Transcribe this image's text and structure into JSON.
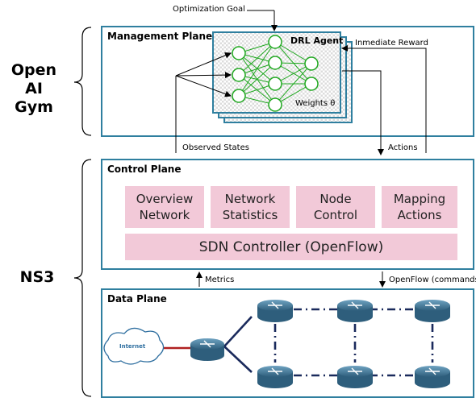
{
  "side_labels": {
    "gym": "Open AI\nGym",
    "ns3": "NS3"
  },
  "planes": {
    "management": "Management Plane",
    "control": "Control Plane",
    "data": "Data Plane"
  },
  "agent": {
    "title": "DRL Agent",
    "weights": "Weights θ"
  },
  "labels": {
    "optimization_goal": "Optimization Goal",
    "immediate_reward": "Inmediate Reward",
    "observed_states": "Observed States",
    "actions": "Actions",
    "metrics": "Metrics",
    "openflow_commands": "OpenFlow (commands"
  },
  "control_boxes": {
    "overview": "Overview\nNetwork",
    "statistics": "Network\nStatistics",
    "node_control": "Node\nControl",
    "mapping": "Mapping\nActions",
    "sdn": "SDN Controller (OpenFlow)"
  },
  "internet": "Internet",
  "colors": {
    "plane_border": "#2f7f9f",
    "pink": "#f2c9d8",
    "neuron": "#1fa81f",
    "link": "#1a2a5c",
    "router": "#3c6e8c",
    "internet_link": "#b02020"
  }
}
